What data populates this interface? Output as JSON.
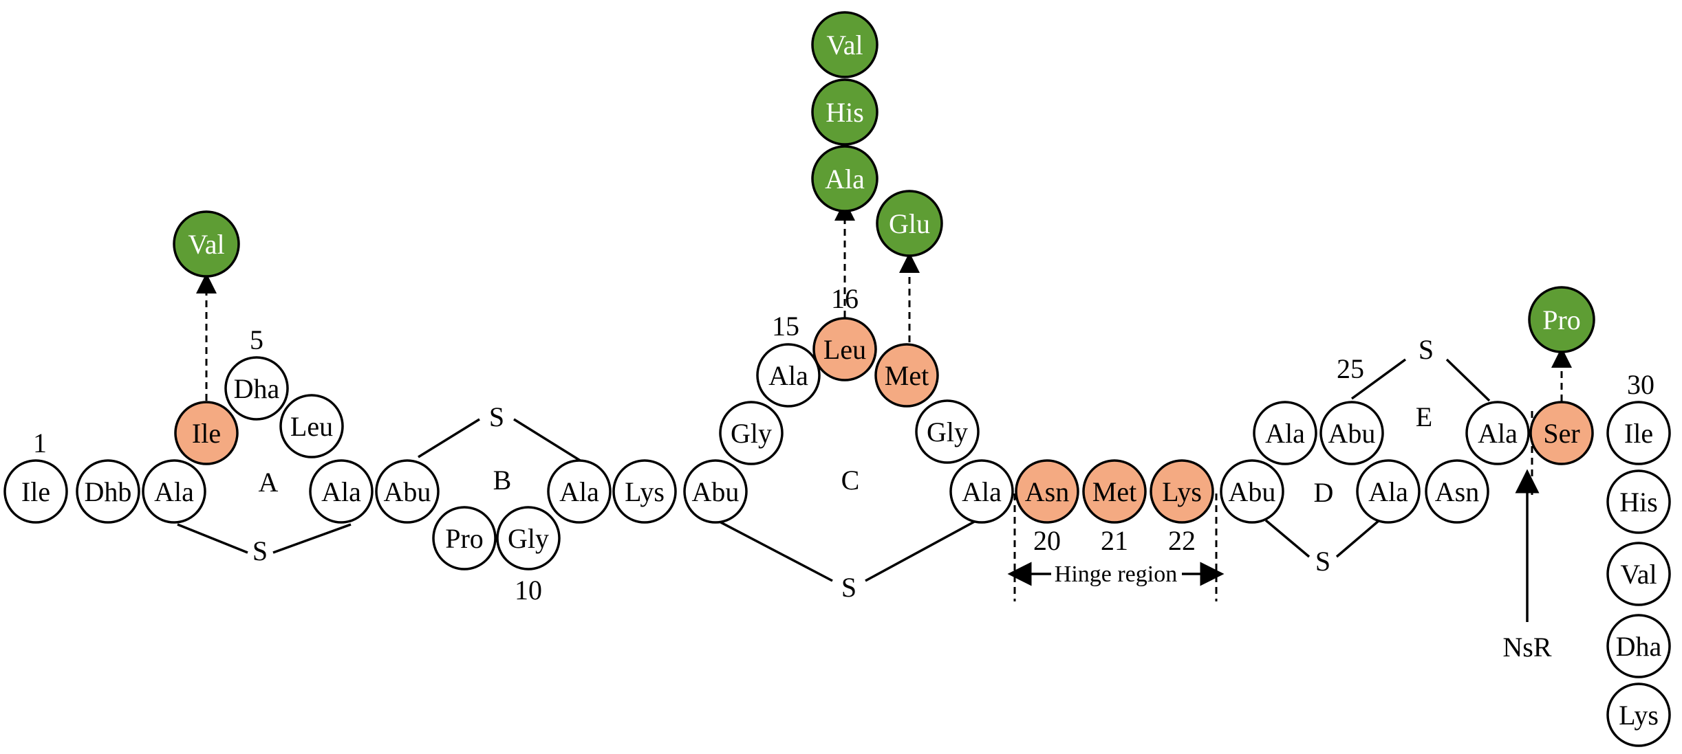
{
  "colors": {
    "native": "#ffffff",
    "mutated": "#f4aa82",
    "substitution": "#5e9d34",
    "outline": "#000000"
  },
  "residues": [
    {
      "id": "r1",
      "label": "Ile",
      "kind": "native"
    },
    {
      "id": "r2",
      "label": "Dhb",
      "kind": "native"
    },
    {
      "id": "r3",
      "label": "Ala",
      "kind": "native"
    },
    {
      "id": "r4",
      "label": "Ile",
      "kind": "mutated"
    },
    {
      "id": "r5",
      "label": "Dha",
      "kind": "native"
    },
    {
      "id": "r6",
      "label": "Leu",
      "kind": "native"
    },
    {
      "id": "r7",
      "label": "Ala",
      "kind": "native"
    },
    {
      "id": "r8",
      "label": "Abu",
      "kind": "native"
    },
    {
      "id": "r9",
      "label": "Pro",
      "kind": "native"
    },
    {
      "id": "r10",
      "label": "Gly",
      "kind": "native"
    },
    {
      "id": "r11",
      "label": "Ala",
      "kind": "native"
    },
    {
      "id": "r12",
      "label": "Lys",
      "kind": "native"
    },
    {
      "id": "r13",
      "label": "Abu",
      "kind": "native"
    },
    {
      "id": "r14",
      "label": "Gly",
      "kind": "native"
    },
    {
      "id": "r15",
      "label": "Ala",
      "kind": "native"
    },
    {
      "id": "r16",
      "label": "Leu",
      "kind": "mutated"
    },
    {
      "id": "r17",
      "label": "Met",
      "kind": "mutated"
    },
    {
      "id": "r18",
      "label": "Gly",
      "kind": "native"
    },
    {
      "id": "r19",
      "label": "Ala",
      "kind": "native"
    },
    {
      "id": "r20",
      "label": "Asn",
      "kind": "mutated"
    },
    {
      "id": "r21",
      "label": "Met",
      "kind": "mutated"
    },
    {
      "id": "r22",
      "label": "Lys",
      "kind": "mutated"
    },
    {
      "id": "r23",
      "label": "Abu",
      "kind": "native"
    },
    {
      "id": "r24",
      "label": "Ala",
      "kind": "native"
    },
    {
      "id": "r25",
      "label": "Abu",
      "kind": "native"
    },
    {
      "id": "r26",
      "label": "Ala",
      "kind": "native"
    },
    {
      "id": "r27",
      "label": "Asn",
      "kind": "native"
    },
    {
      "id": "r28",
      "label": "Ala",
      "kind": "native"
    },
    {
      "id": "r29",
      "label": "Ser",
      "kind": "mutated"
    },
    {
      "id": "r30",
      "label": "Ile",
      "kind": "native"
    },
    {
      "id": "r31",
      "label": "His",
      "kind": "native"
    },
    {
      "id": "r32",
      "label": "Val",
      "kind": "native"
    },
    {
      "id": "r33",
      "label": "Dha",
      "kind": "native"
    },
    {
      "id": "r34",
      "label": "Lys",
      "kind": "native"
    }
  ],
  "substitutions": [
    {
      "id": "sub-ile4",
      "label": "Val"
    },
    {
      "id": "sub-leu16-a",
      "label": "Val"
    },
    {
      "id": "sub-leu16-b",
      "label": "His"
    },
    {
      "id": "sub-leu16-c",
      "label": "Ala"
    },
    {
      "id": "sub-met17",
      "label": "Glu"
    },
    {
      "id": "sub-ser29",
      "label": "Pro"
    }
  ],
  "position_numbers": [
    "1",
    "5",
    "10",
    "15",
    "16",
    "20",
    "21",
    "22",
    "25",
    "30"
  ],
  "ring_labels": [
    "A",
    "B",
    "C",
    "D",
    "E"
  ],
  "sulfur_label": "S",
  "hinge_label": "Hinge region",
  "nsr_label": "NsR"
}
